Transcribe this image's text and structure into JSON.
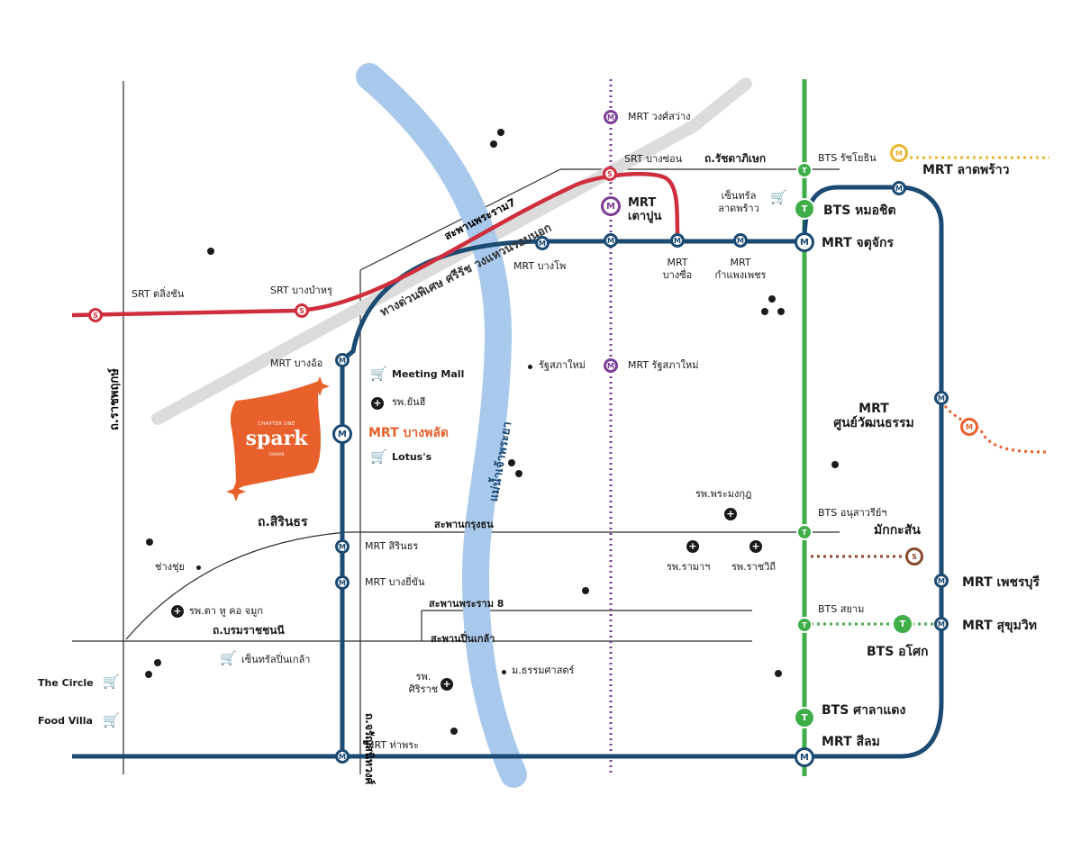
{
  "colors": {
    "mrt_blue": "#1b4a72",
    "mrt_purple": "#7b3d96",
    "srt_red": "#cf2e3d",
    "bts_green": "#3fae49",
    "mrt_yellow": "#e8b630",
    "mrt_orange": "#e8612c",
    "mrt_brown": "#8a4a2e",
    "river": "#a9c9ec",
    "expressway": "#e0e0e0",
    "project_orange": "#e8612c"
  },
  "project": {
    "brand_top": "CHAPTER ONE",
    "brand_name": "spark",
    "brand_sub": "CHARAN"
  },
  "labels": {
    "mrt_wongsawang": "MRT วงศ์สว่าง",
    "srt_bangson": "SRT บางซ่อน",
    "ratchadaphisek": "ถ.รัชดาภิเษก",
    "bts_ratchayothin": "BTS รัชโยธิน",
    "mrt_ladprao": "MRT ลาดพร้าว",
    "saphan_rama7": "สะพานพระราม7",
    "expressway": "ทางด่วนพิเศษ ศรีรัช วงแหวนรอบนอก",
    "mrt_taopoon_1": "MRT",
    "mrt_taopoon_2": "เตาปูน",
    "central_ladprao_1": "เซ็นทรัล",
    "central_ladprao_2": "ลาดพร้าว",
    "bts_mochit": "BTS หมอชิต",
    "mrt_chatuchak": "MRT จตุจักร",
    "mrt_bangpho": "MRT บางโพ",
    "mrt_bangsue_1": "MRT",
    "mrt_bangsue_2": "บางซื่อ",
    "mrt_kamphaengphet_1": "MRT",
    "mrt_kamphaengphet_2": "กำแพงเพชร",
    "srt_talingchan": "SRT ตลิ่งชัน",
    "srt_bangbamru": "SRT บางบำหรุ",
    "ratchaphruek": "ถ.ราชพฤกษ์",
    "mrt_bangor": "MRT บางอ้อ",
    "meeting_mall": "Meeting Mall",
    "hosp_yanhee": "รพ.ยันฮี",
    "ratthasapha_mai": "รัฐสภาใหม่",
    "mrt_ratthasapha_mai": "MRT รัฐสภาใหม่",
    "chao_phraya": "แม่น้ำเจ้าพระยา",
    "mrt_bangphlat": "MRT บางพลัด",
    "lotus": "Lotus's",
    "mrt_cultural_1": "MRT",
    "mrt_cultural_2": "ศูนย์วัฒนธรรม",
    "hosp_phramongkut": "รพ.พระมงกุฎ",
    "sirindhorn_rd": "ถ.สิรินธร",
    "saphan_krungthon": "สะพานกรุงธน",
    "bts_victory": "BTS อนุสาวรีย์ฯ",
    "makkasan": "มักกะสัน",
    "mrt_sirindhorn": "MRT สิรินธร",
    "changchui": "ช่างชุ่ย",
    "hosp_rama": "รพ.รามาฯ",
    "hosp_rajavithi": "รพ.ราชวิถี",
    "mrt_bangyikhan": "MRT บางยี่ขัน",
    "mrt_phetchaburi": "MRT เพชรบุรี",
    "hosp_ent": "รพ.ตา หู คอ จมูก",
    "saphan_rama8": "สะพานพระราม 8",
    "bts_siam": "BTS สยาม",
    "borommaratchachonnani": "ถ.บรมราชชนนี",
    "saphan_pinklao": "สะพานปิ่นเกล้า",
    "mrt_sukhumvit": "MRT สุขุมวิท",
    "charansanitwong": "ถ.จรัญสนิทวงศ์",
    "central_pinklao": "เซ็นทรัลปิ่นเกล้า",
    "bts_asok": "BTS อโศก",
    "the_circle": "The Circle",
    "hosp_siriraj_1": "รพ.",
    "hosp_siriraj_2": "ศิริราช",
    "thammasat": "ม.ธรรมศาสตร์",
    "food_villa": "Food Villa",
    "bts_saladaeng": "BTS ศาลาแดง",
    "mrt_thaphra": "MRT ท่าพระ",
    "mrt_silom": "MRT สีลม"
  },
  "icons": {
    "station_mrt": "M",
    "station_bts": "T",
    "station_srt": "S",
    "hospital": "+",
    "shopping": "🛒"
  }
}
